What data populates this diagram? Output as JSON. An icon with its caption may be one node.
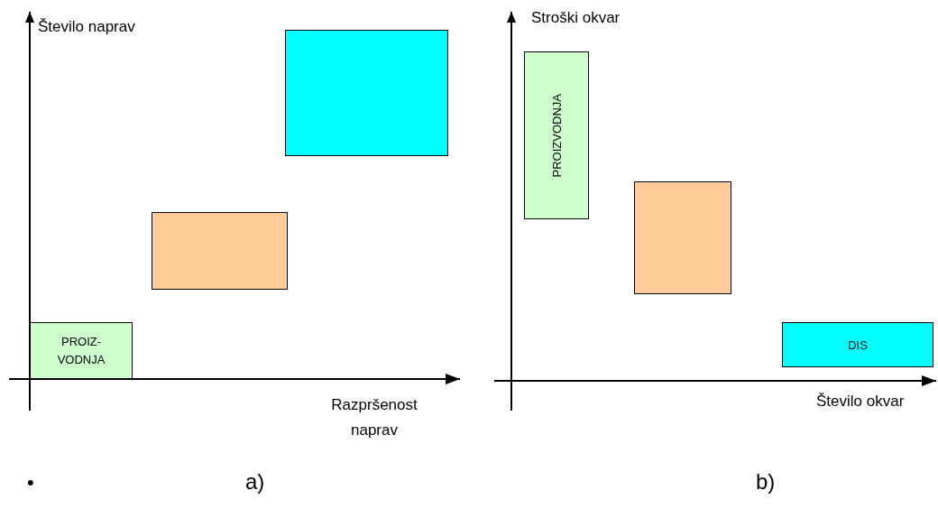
{
  "diagram": {
    "nodes": [
      {
        "text": [
          "PROIZ- VODNJA"
        ]
      },
      {
        "text": [],
        "shape": "box"
      },
      {
        "text": [],
        "shape": "box"
      },
      {
        "text": [
          "PROIZVODNJA"
        ]
      },
      {
        "text": [],
        "shape": "box"
      },
      {
        "text": [
          "DIS"
        ]
      }
    ],
    "edges": [],
    "labels": [
      "Število naprav",
      "Stroški okvar",
      "Razpršenost naprav",
      "Število okvar",
      "•",
      "a)",
      "b)"
    ]
  }
}
